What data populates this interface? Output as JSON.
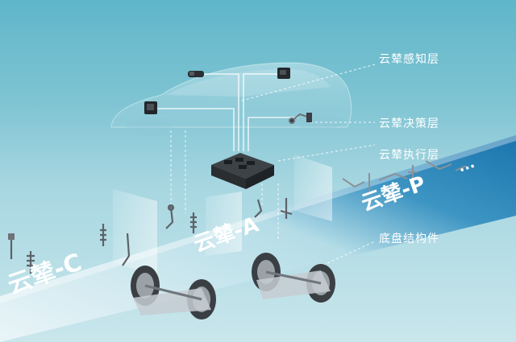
{
  "layers": {
    "perception": "云辇感知层",
    "decision": "云辇决策层",
    "execution": "云辇执行层",
    "structure": "底盘结构件"
  },
  "platforms": {
    "c": "云辇-C",
    "a": "云辇-A",
    "p": "云辇-P",
    "p_ellipsis": "···"
  },
  "colors": {
    "background_top": "#5fb6c9",
    "background_bottom": "#c9e6ec",
    "stripe_light": "#e4f3f6",
    "stripe_deep": "#1f7fb3",
    "label_text": "#ffffff"
  }
}
